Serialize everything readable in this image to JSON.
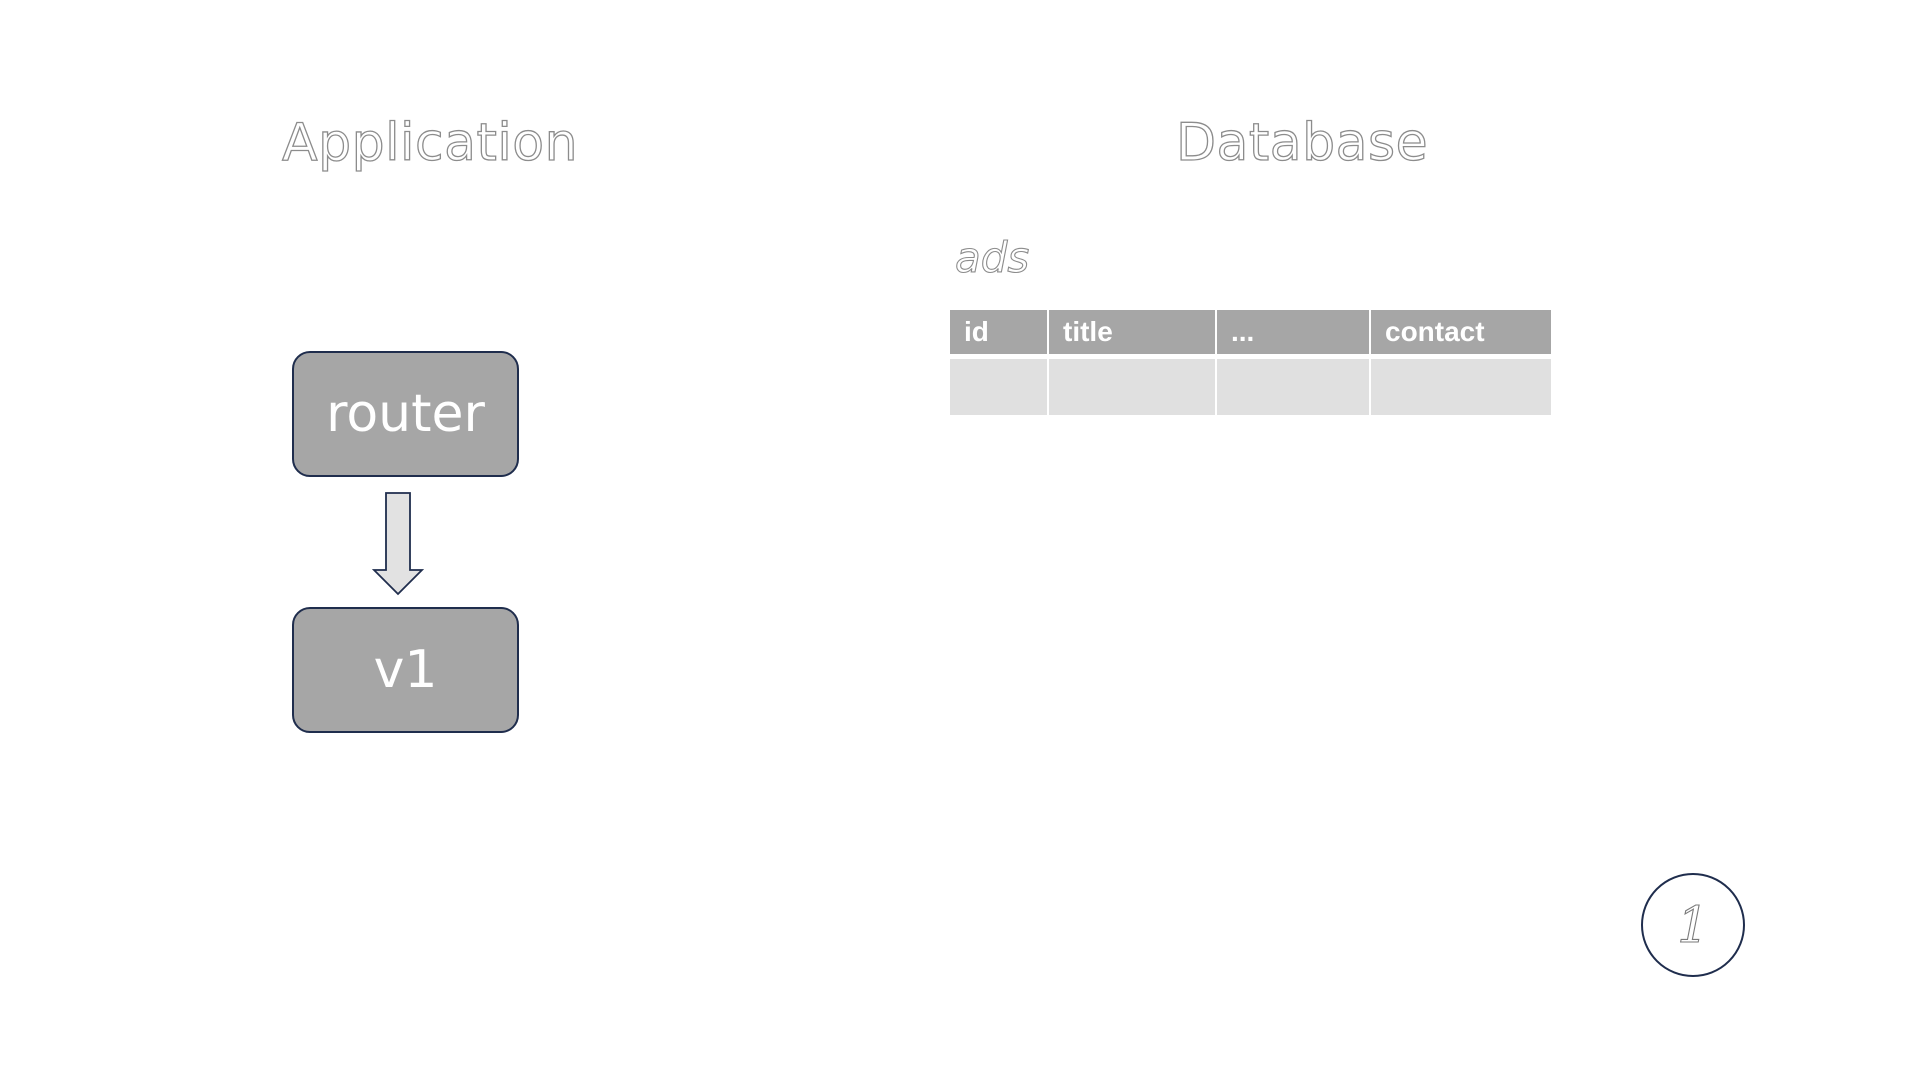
{
  "application": {
    "title": "Application",
    "nodes": {
      "router": "router",
      "v1": "v1"
    }
  },
  "database": {
    "title": "Database",
    "table": {
      "name": "ads",
      "columns": [
        "id",
        "title",
        "...",
        "contact"
      ],
      "rows": [
        [
          "",
          "",
          "",
          ""
        ]
      ]
    }
  },
  "slide_number": "1",
  "colors": {
    "node_fill": "#a6a6a6",
    "node_border": "#1f2d4d",
    "header_fill": "#a6a6a6",
    "row_fill": "#e0e0e0",
    "outline_text": "#8c8c8c"
  },
  "icons": {
    "flow_arrow": "down-arrow-icon"
  }
}
